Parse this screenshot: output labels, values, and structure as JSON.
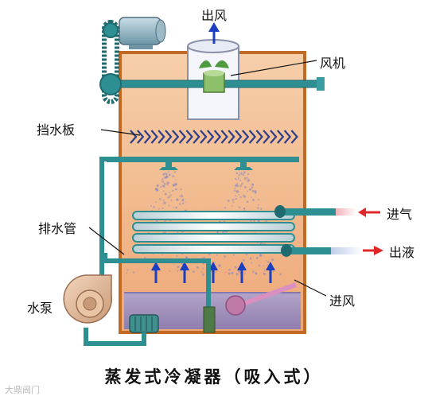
{
  "labels": {
    "air_out": "出风",
    "fan": "风机",
    "eliminator": "挡水板",
    "gas_in": "进气",
    "drain_pipe": "排水管",
    "liquid_out": "出液",
    "pump": "水泵",
    "air_in": "进风"
  },
  "caption": "蒸发式冷凝器（吸入式）",
  "watermark": "大鼎阀门",
  "colors": {
    "casing_border": "#c06a25",
    "casing_fill": "#f2b98a",
    "water_pipe": "#2e8f93",
    "air_arrow": "#1b3fbf",
    "gas_arrow": "#e0282a",
    "basin": "#8f88c4"
  }
}
